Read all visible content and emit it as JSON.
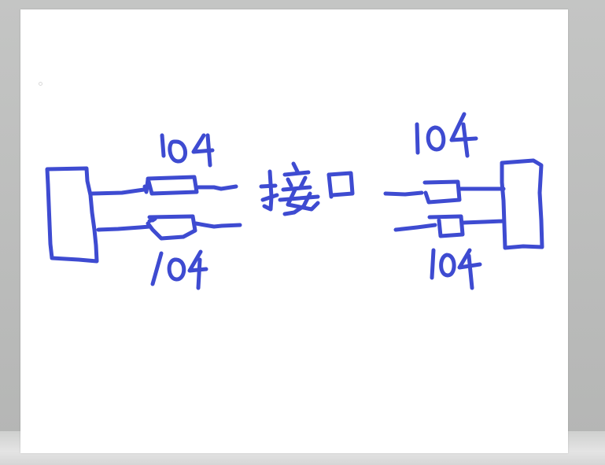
{
  "diagram": {
    "ink_color": "#3e4bd1",
    "labels": {
      "top_left": "104",
      "bottom_left": "104",
      "center": "接口",
      "top_right": "104",
      "bottom_right": "104"
    }
  }
}
